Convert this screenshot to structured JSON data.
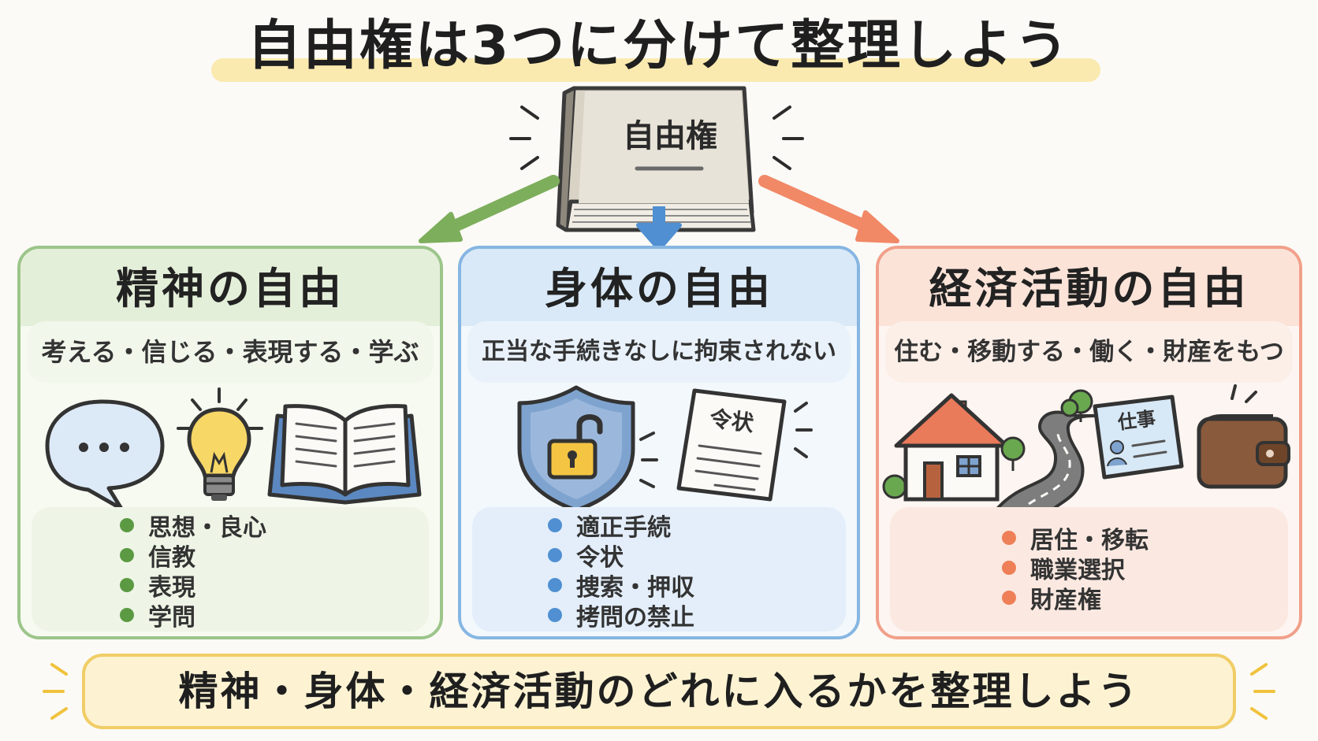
{
  "title": "自由権は3つに分けて整理しよう",
  "center_book": {
    "label": "自由権",
    "icon": "book-icon"
  },
  "panels": [
    {
      "title": "精神の自由",
      "subtitle": "考える・信じる・表現する・学ぶ",
      "accent": "#5b9a43",
      "icons": [
        "speech-bubble-icon",
        "lightbulb-icon",
        "open-book-icon"
      ],
      "items": [
        "思想・良心",
        "信教",
        "表現",
        "学問"
      ]
    },
    {
      "title": "身体の自由",
      "subtitle": "正当な手続きなしに拘束されない",
      "accent": "#4f8fd2",
      "icons": [
        "shield-unlock-icon",
        "warrant-document-icon"
      ],
      "warrant_label": "令状",
      "items": [
        "適正手続",
        "令状",
        "捜索・押収",
        "拷問の禁止"
      ]
    },
    {
      "title": "経済活動の自由",
      "subtitle": "住む・移動する・働く・財産をもつ",
      "accent": "#ee7f57",
      "icons": [
        "house-icon",
        "road-icon",
        "job-card-icon",
        "wallet-icon"
      ],
      "job_card_label": "仕事",
      "items": [
        "居住・移転",
        "職業選択",
        "財産権"
      ]
    }
  ],
  "footer": "精神・身体・経済活動のどれに入るかを整理しよう"
}
